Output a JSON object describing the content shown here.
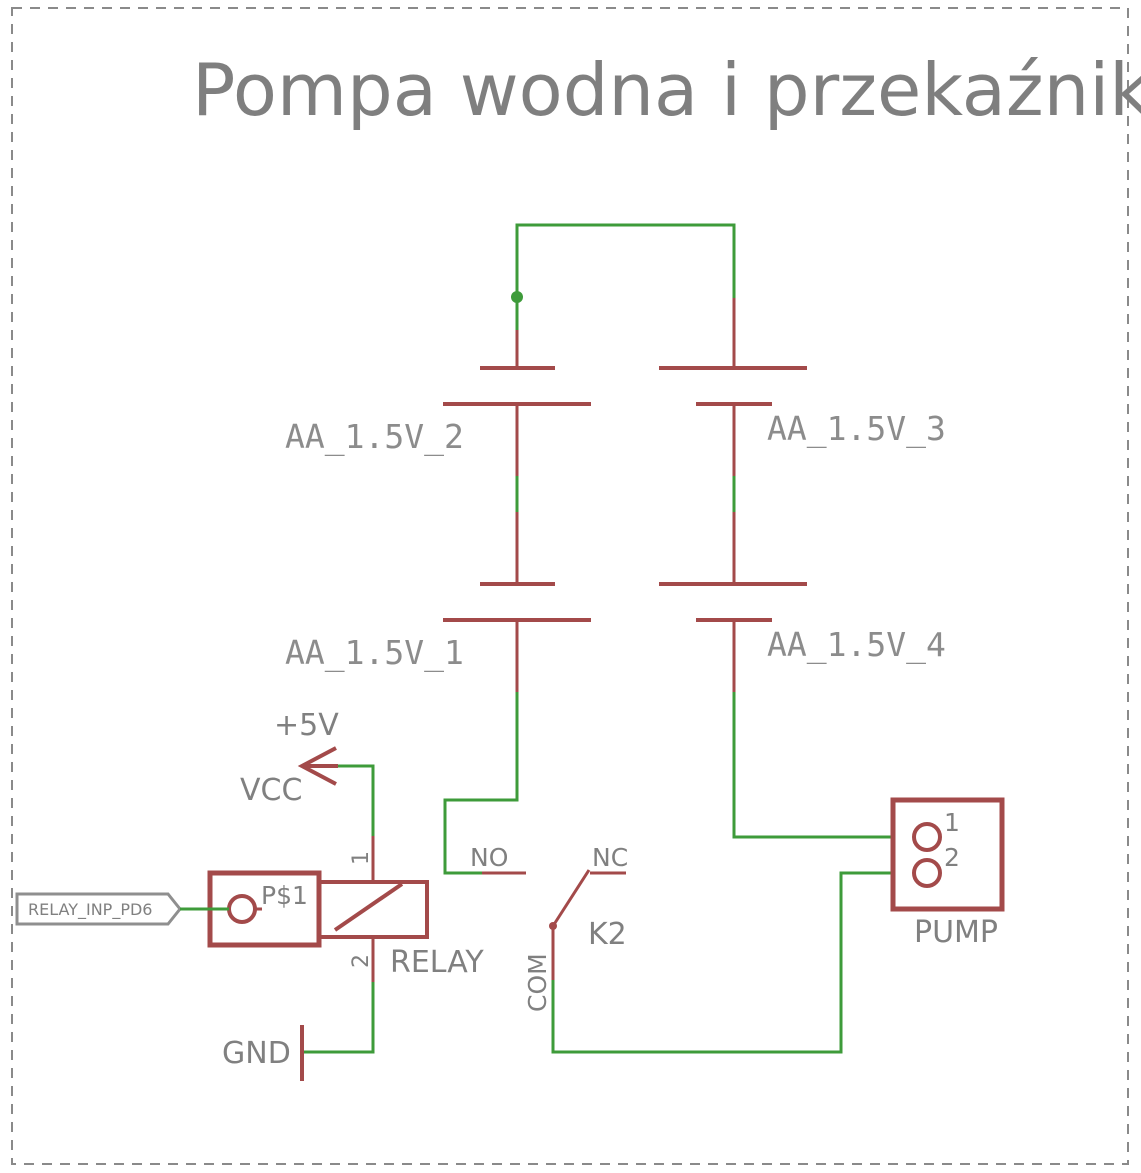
{
  "title": "Pompa wodna i przekaźnik",
  "batteries": {
    "b2": "AA_1.5V_2",
    "b3": "AA_1.5V_3",
    "b1": "AA_1.5V_1",
    "b4": "AA_1.5V_4"
  },
  "supply": {
    "value": "+5V",
    "name": "VCC"
  },
  "ground": "GND",
  "relay": {
    "name": "RELAY",
    "pad": "P$1",
    "pin1": "1",
    "pin2": "2",
    "input_net": "RELAY_INP_PD6"
  },
  "switch": {
    "name": "K2",
    "no": "NO",
    "nc": "NC",
    "com": "COM"
  },
  "pump": {
    "name": "PUMP",
    "pin1": "1",
    "pin2": "2"
  },
  "colors": {
    "wire": "#3e9b3a",
    "symbol": "#a34a4a",
    "text": "#808080",
    "frame": "#8a8a8a"
  }
}
